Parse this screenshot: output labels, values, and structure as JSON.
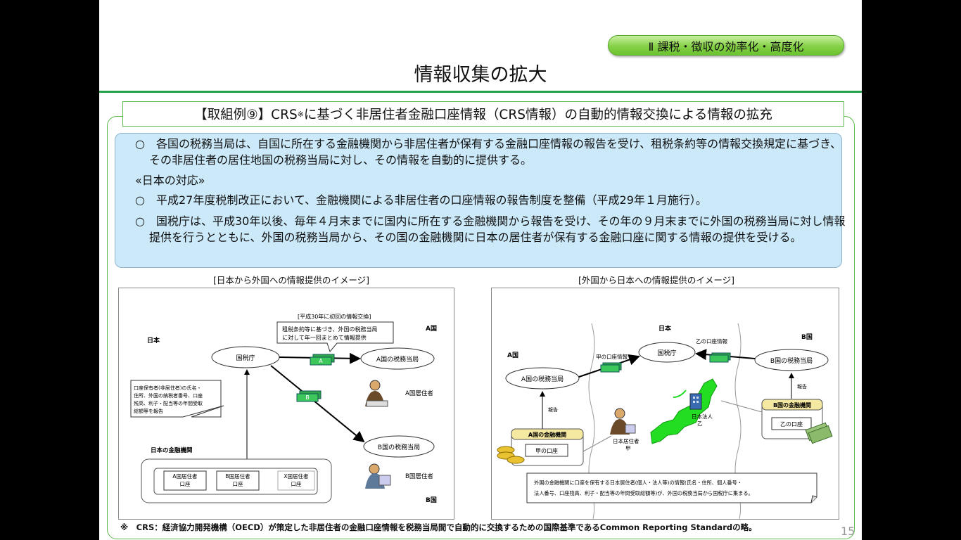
{
  "header": {
    "section": "Ⅱ 課税・徴収の効率化・高度化",
    "title": "情報収集の拡大"
  },
  "frame": {
    "title_a": "【取組例⑨】CRS",
    "title_sup": "※",
    "title_b": "に基づく非居住者金融口座情報（CRS情報）の自動的情報交換による情報の拡充"
  },
  "summary": {
    "p1": "○　各国の税務当局は、自国に所在する金融機関から非居住者が保有する金融口座情報の報告を受け、租税条約等の情報交換規定に基づき、その非居住者の居住地国の税務当局に対し、その情報を自動的に提供する。",
    "heading": "«日本の対応»",
    "p2": "○　平成27年度税制改正において、金融機関による非居住者の口座情報の報告制度を整備（平成29年１月施行）。",
    "p3": "○　国税庁は、平成30年以後、毎年４月末までに国内に所在する金融機関から報告を受け、その年の９月末までに外国の税務当局に対し情報提供を行うとともに、外国の税務当局から、その国の金融機関に日本の居住者が保有する金融口座に関する情報の提供を受ける。"
  },
  "left_diagram": {
    "caption": "[日本から外国への情報提供のイメージ]",
    "first_exchange": "[平成30年に初回の情報交換]",
    "callout": [
      "租税条約等に基づき、外国の税務当局",
      "に対して年一回まとめて情報提供"
    ],
    "japan": "日本",
    "country_a": "A国",
    "country_b": "B国",
    "nta": "国税庁",
    "tax_a": "A国の税務当局",
    "tax_b": "B国の税務当局",
    "resident_a": "A国居住者",
    "resident_b": "B国居住者",
    "packet_a": "A",
    "packet_b": "B",
    "info_note": [
      "口座保有者(非居住者)の氏名・",
      "住所、外国の納税者番号、口座",
      "残高、利子・配当等の年間受取",
      "総額等を報告"
    ],
    "fi_label": "日本の金融機関",
    "accounts": [
      [
        "A国居住者",
        "口座"
      ],
      [
        "B国居住者",
        "口座"
      ],
      [
        "X国居住者",
        "口座"
      ]
    ]
  },
  "right_diagram": {
    "caption": "[外国から日本への情報提供のイメージ]",
    "japan": "日本",
    "country_a": "A国",
    "country_b": "B国",
    "nta": "国税庁",
    "tax_a": "A国の税務当局",
    "tax_b": "B国の税務当局",
    "info_ko": "甲の口座情報",
    "info_otsu": "乙の口座情報",
    "report_a": "報告",
    "report_b": "報告",
    "fi_a": "A国の金融機関",
    "fi_b": "B国の金融機関",
    "acct_ko": "甲の口座",
    "acct_otsu": "乙の口座",
    "corp": [
      "日本法人",
      "乙"
    ],
    "resident": [
      "日本居住者",
      "甲"
    ],
    "note": [
      "外国の金融機関に口座を保有する日本居住者(個人・法人等)の情報(氏名・住所、個人番号・",
      "法人番号、口座残高、利子・配当等の年間受取総額等)が、外国の税務当局から国税庁に集まる。"
    ]
  },
  "footnote": "※　CRS：経済協力開発機構（OECD）が策定した非居住者の金融口座情報を税務当局間で自動的に交換するための国際基準であるCommon Reporting Standardの略。",
  "page": "15",
  "colors": {
    "accent_green": "#24a24a",
    "box_blue": "#cbe9f9",
    "map_green": "#22dd22"
  }
}
